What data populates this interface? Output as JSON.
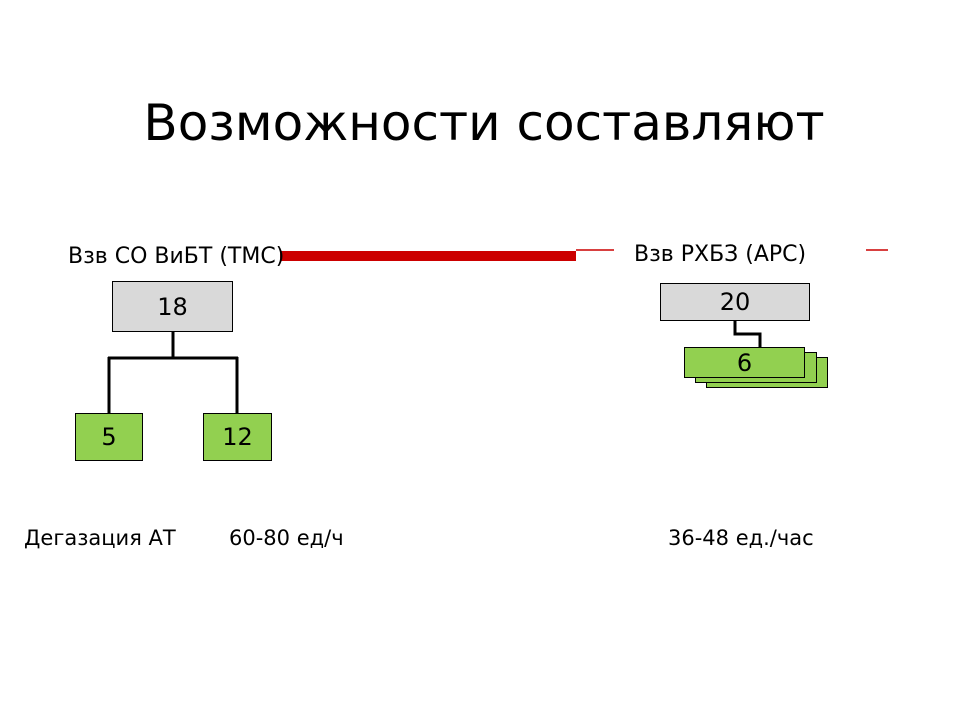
{
  "title": "Возможности составляют",
  "left_unit": {
    "label": "Взв СО ВиБТ (ТМС)",
    "top_value": "18",
    "child_left": "5",
    "child_right": "12"
  },
  "right_unit": {
    "label": "Взв РХБЗ (АРС)",
    "top_value": "20",
    "child_value": "6"
  },
  "footer": {
    "operation": "Дегазация АТ",
    "left_rate": "60-80 ед/ч",
    "right_rate": "36-48 ед./час"
  },
  "colors": {
    "accent_bar": "#cc0000",
    "box_grey": "#d9d9d9",
    "box_green": "#92d050"
  }
}
